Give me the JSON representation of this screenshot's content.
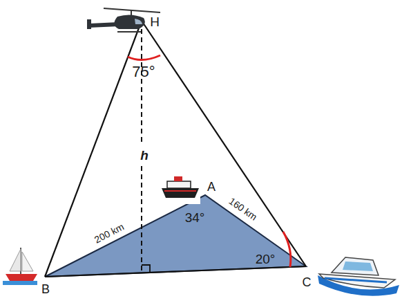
{
  "diagram": {
    "labels": [
      "H",
      "75°",
      "h",
      "A",
      "200 km",
      "34°",
      "160 km",
      "20°",
      "B",
      "C"
    ]
  }
}
